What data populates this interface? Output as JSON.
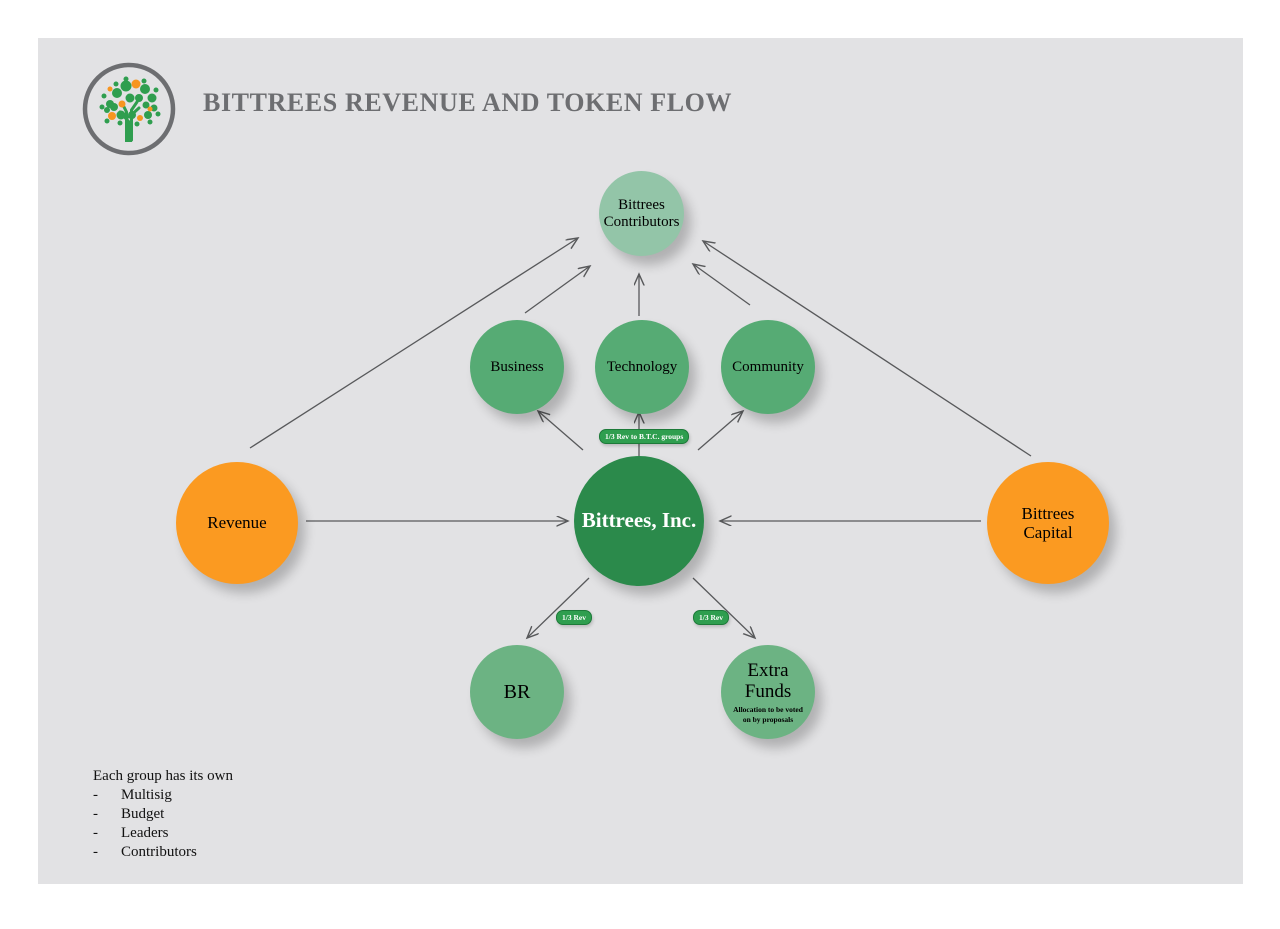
{
  "header": {
    "title": "BITTREES REVENUE AND TOKEN FLOW",
    "logo_alt": "bittrees-tree-logo"
  },
  "nodes": {
    "contributors": {
      "line1": "Bittrees",
      "line2": "Contributors"
    },
    "business": {
      "label": "Business"
    },
    "technology": {
      "label": "Technology"
    },
    "community": {
      "label": "Community"
    },
    "core": {
      "label": "Bittrees, Inc."
    },
    "revenue": {
      "label": "Revenue"
    },
    "capital": {
      "line1": "Bittrees",
      "line2": "Capital"
    },
    "br": {
      "label": "BR"
    },
    "extra_funds": {
      "line1": "Extra",
      "line2": "Funds",
      "sub": "Allocation to be voted on by proposals"
    }
  },
  "edge_labels": {
    "to_groups": "1/3 Rev to B.T.C. groups",
    "to_br": "1/3 Rev",
    "to_extra": "1/3 Rev"
  },
  "note": {
    "heading": "Each group has its own",
    "dash": "-",
    "items": [
      "Multisig",
      "Budget",
      "Leaders",
      "Contributors"
    ]
  },
  "colors": {
    "canvas": "#e2e2e4",
    "core_green": "#2b8a4b",
    "group_green": "#56ab74",
    "light_green": "#93c5a8",
    "orange": "#fb9a21",
    "title_gray": "#6d6e71",
    "edge_gray": "#58595b",
    "label_green": "#2f9e4f"
  }
}
